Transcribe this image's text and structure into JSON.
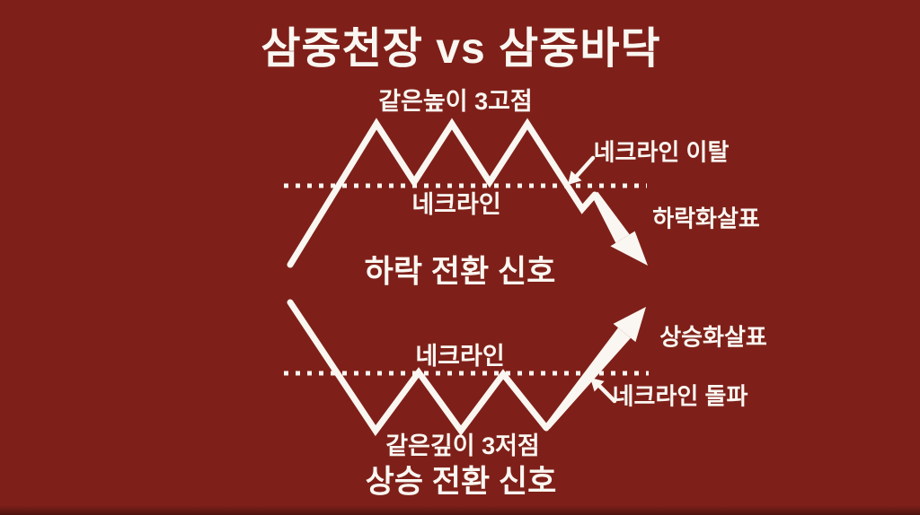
{
  "colors": {
    "background": "#7E2019",
    "foreground": "#FAF6F1",
    "bottom_edge_shade": "#5A140F"
  },
  "title": "삼중천장 vs 삼중바닥",
  "top_pattern": {
    "peaks_label": "같은높이 3고점",
    "neckline_label": "네크라인",
    "breakdown_label": "네크라인 이탈",
    "arrow_label": "하락화살표",
    "signal_label": "하락 전환 신호"
  },
  "bottom_pattern": {
    "neckline_label": "네크라인",
    "breakout_label": "네크라인 돌파",
    "arrow_label": "상승화살표",
    "troughs_label": "같은깊이 3저점",
    "signal_label": "상승 전환 신호"
  }
}
